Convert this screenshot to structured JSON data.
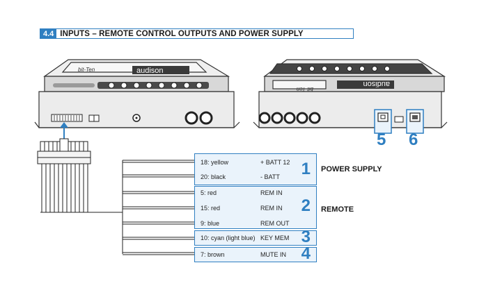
{
  "section": {
    "number": "4.4",
    "title": "INPUTS – REMOTE CONTROL OUTPUTS AND POWER SUPPLY"
  },
  "device": {
    "model_label": "bit-Ten",
    "brand": "audison",
    "model_label_mirrored": "bit-Ten",
    "brand_mirrored": "audison"
  },
  "groups": [
    {
      "number": "1",
      "label": "POWER SUPPLY",
      "rows": [
        {
          "pin": "18: yellow",
          "function": "+ BATT 12"
        },
        {
          "pin": "20: black",
          "function": "- BATT"
        }
      ]
    },
    {
      "number": "2",
      "label": "REMOTE",
      "rows": [
        {
          "pin": "5: red",
          "function": "REM IN"
        },
        {
          "pin": "15: red",
          "function": "REM IN"
        },
        {
          "pin": "9: blue",
          "function": "REM OUT"
        }
      ]
    },
    {
      "number": "3",
      "label": "",
      "rows": [
        {
          "pin": "10: cyan (light blue)",
          "function": "KEY MEM"
        }
      ]
    },
    {
      "number": "4",
      "label": "",
      "rows": [
        {
          "pin": "7: brown",
          "function": "MUTE IN"
        }
      ]
    }
  ],
  "ports": [
    {
      "number": "5",
      "icon": "ethernet-port-icon"
    },
    {
      "number": "6",
      "icon": "usb-port-icon"
    }
  ],
  "colors": {
    "accent": "#2f7fc1",
    "box_fill": "#eaf3fb",
    "device_fill": "#e6e6e6",
    "line": "#333333"
  }
}
